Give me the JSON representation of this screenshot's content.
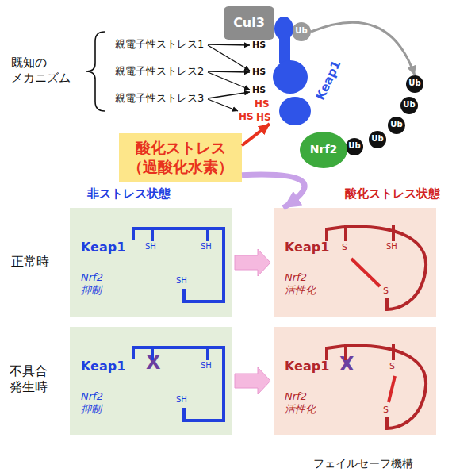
{
  "diagram": {
    "nodes": [
      {
        "text": [
          "Cul3"
        ]
      },
      {
        "text": [
          "Ub"
        ]
      },
      {
        "text": [
          "Keap1"
        ]
      },
      {
        "text": [
          "Ub"
        ]
      },
      {
        "text": [
          "Ub"
        ]
      },
      {
        "text": [
          "Ub"
        ]
      },
      {
        "text": [
          "Ub"
        ]
      },
      {
        "text": [
          "Ub"
        ]
      },
      {
        "text": [
          "Nrf2"
        ]
      },
      {
        "text": [
          "酸化ストレス （過酸化水素）"
        ]
      },
      {
        "text": [
          "非ストレス状態",
          "Keap1",
          "SH",
          "SH",
          "SH",
          "Nrf2 抑制"
        ]
      },
      {
        "text": [
          "酸化ストレス状態",
          "Keap1",
          "S",
          "SH",
          "S",
          "Nrf2 活性化"
        ]
      },
      {
        "text": [
          "Keap1",
          "X",
          "SH",
          "SH",
          "Nrf2 抑制"
        ]
      },
      {
        "text": [
          "Keap1",
          "X",
          "S",
          "S",
          "Nrf2 活性化"
        ]
      }
    ],
    "edges": [
      {
        "from": 9,
        "to": 2,
        "arrow": "to"
      },
      {
        "from": 9,
        "to": 11,
        "arrow": "to"
      },
      {
        "from": 10,
        "to": 11,
        "arrow": "to"
      },
      {
        "from": 12,
        "to": 13,
        "arrow": "to"
      },
      {
        "from": 1,
        "to": 7,
        "arrow": "to"
      }
    ],
    "labels": [
      "既知の メカニズム",
      "親電子性ストレス1",
      "親電子性ストレス2",
      "親電子性ストレス3",
      "HS",
      "HS",
      "HS",
      "HS",
      "HS",
      "HS",
      "正常時",
      "不具合 発生時",
      "フェイルセーフ機構"
    ]
  }
}
